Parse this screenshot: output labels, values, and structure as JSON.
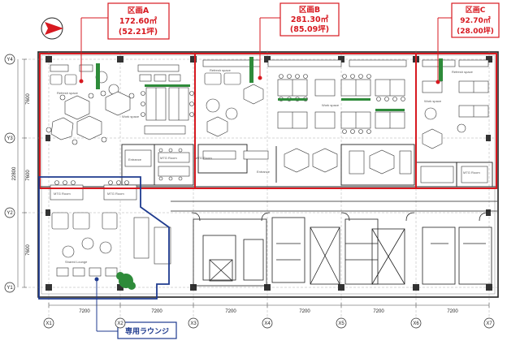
{
  "zones": {
    "a": {
      "name": "区画A",
      "area": "172.60㎡",
      "tsubo": "(52.21坪)"
    },
    "b": {
      "name": "区画B",
      "area": "281.30㎡",
      "tsubo": "(85.09坪)"
    },
    "c": {
      "name": "区画C",
      "area": "92.70㎡",
      "tsubo": "(28.00坪)"
    }
  },
  "lounge_label": "専用ラウンジ",
  "grid": {
    "columns": [
      "X1",
      "X2",
      "X3",
      "X4",
      "X5",
      "X6",
      "X7"
    ],
    "rows": [
      "Y4",
      "Y3",
      "Y2",
      "Y1"
    ],
    "bay_dims": [
      "7200",
      "7200",
      "7200",
      "7200",
      "7200",
      "7200"
    ],
    "left_dims": [
      "7600",
      "7600",
      "7600"
    ],
    "total_dim": "22800"
  },
  "rooms": {
    "refresh_space": "Refresh space",
    "work_space": "Work space",
    "entrance": "Entrance",
    "mtg_room": "MTG Room",
    "shared_lounge": "Shared Lounge"
  },
  "colors": {
    "zone_border": "#d71920",
    "lounge_border": "#1f3b8f",
    "plant": "#2e8b3a",
    "compass": "#d71920",
    "wall": "#222222"
  }
}
